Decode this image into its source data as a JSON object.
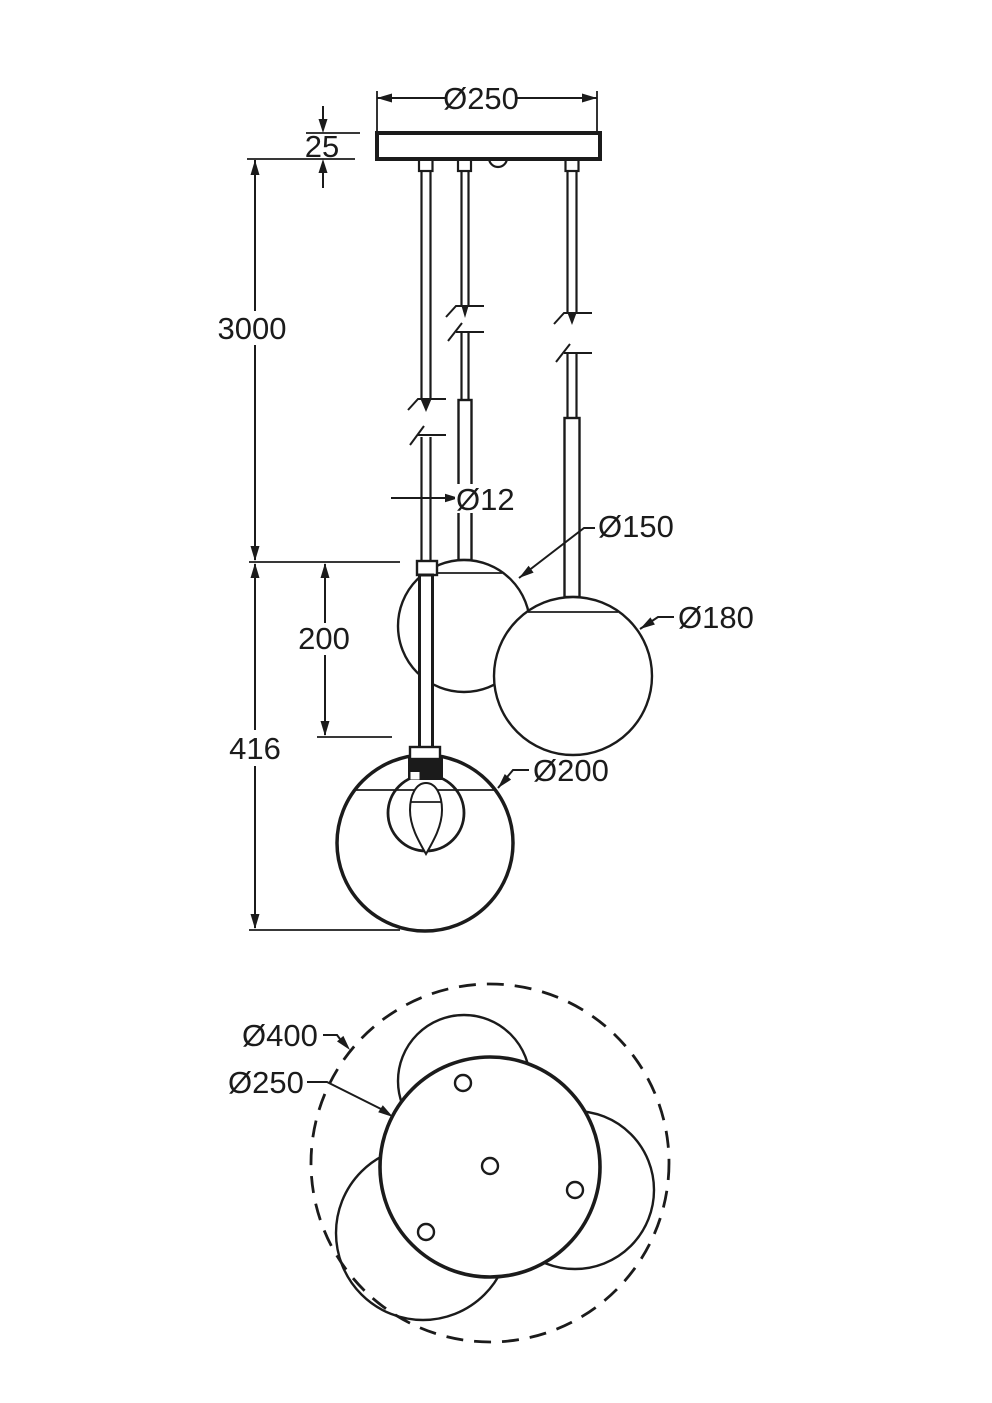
{
  "colors": {
    "line": "#1b1b1b",
    "background": "#ffffff"
  },
  "front_view": {
    "plate_diameter_label": "Ø250",
    "plate_thickness_label": "25",
    "suspension_length_label": "3000",
    "rod_diameter_label": "Ø12",
    "small_globe_label": "Ø150",
    "medium_globe_label": "Ø180",
    "rod_segment_label": "200",
    "fixture_height_label": "416",
    "large_globe_label": "Ø200"
  },
  "plan_view": {
    "overall_diameter_label": "Ø400",
    "plate_diameter_label": "Ø250"
  }
}
